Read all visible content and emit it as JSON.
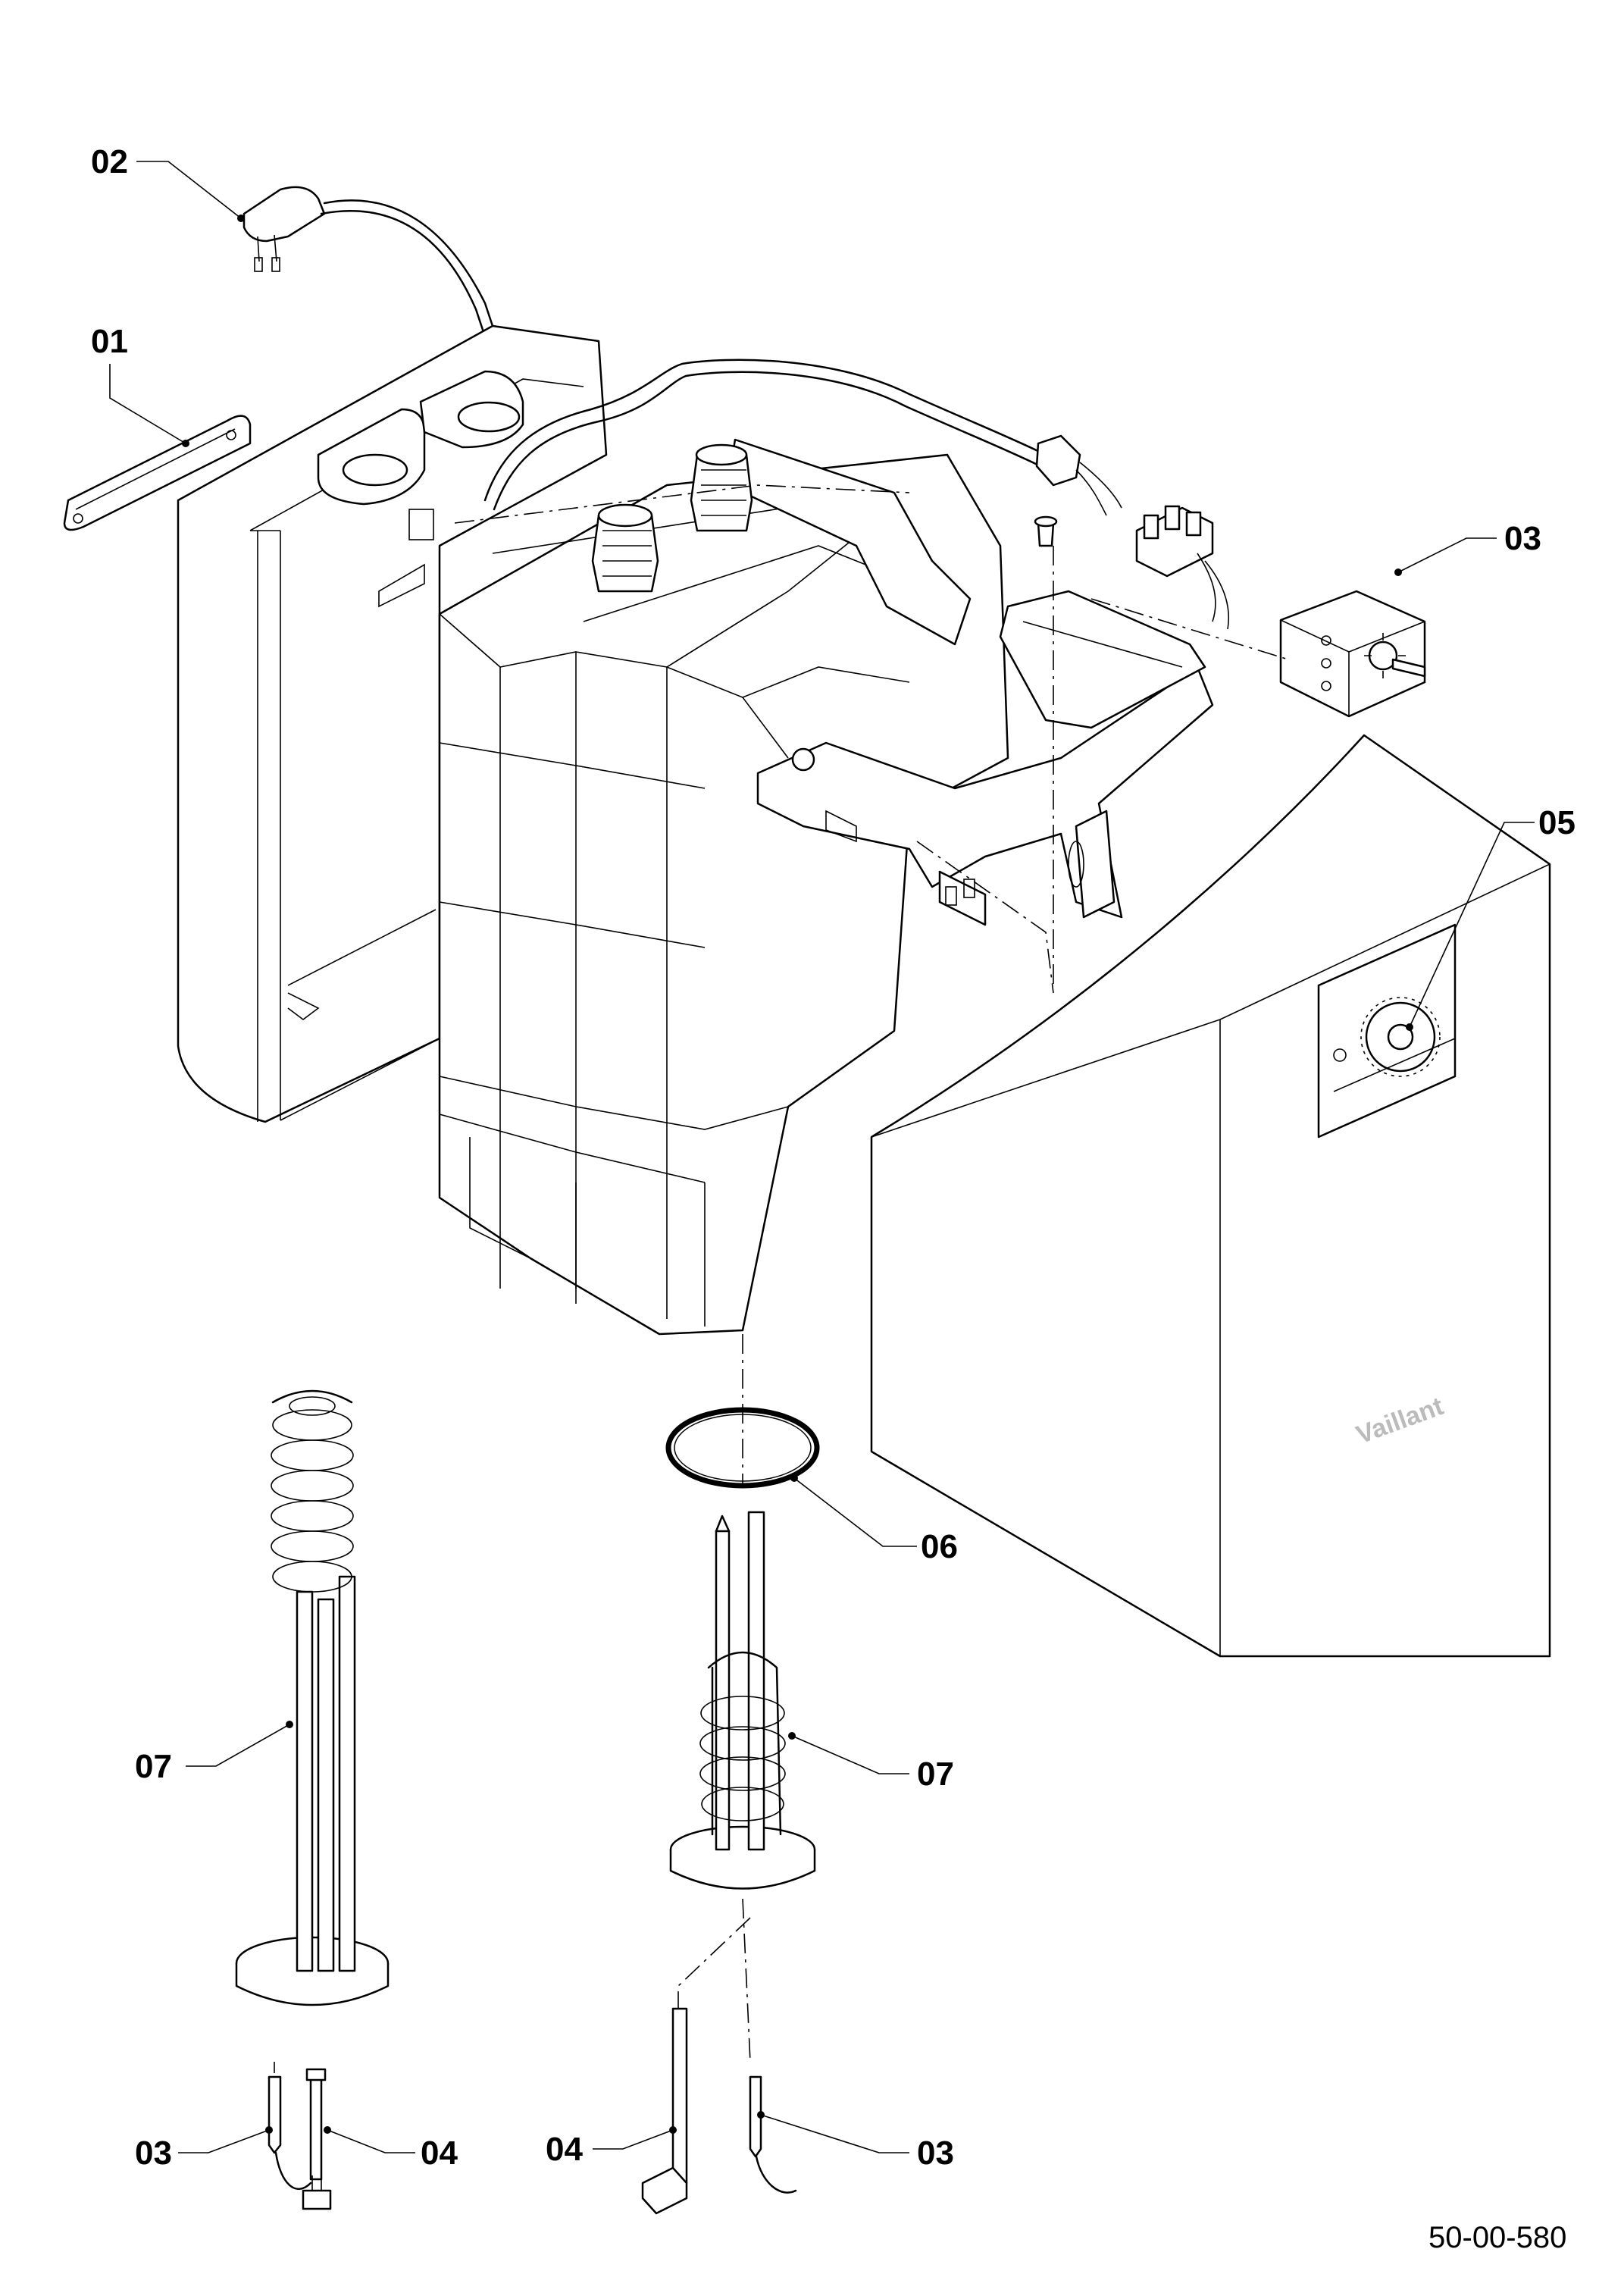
{
  "callouts": {
    "c01": "01",
    "c02": "02",
    "c03_thermostat": "03",
    "c05": "05",
    "c06": "06",
    "c07_left": "07",
    "c07_right": "07",
    "c03_left": "03",
    "c04_left": "04",
    "c04_right": "04",
    "c03_right": "03"
  },
  "brand_label": "Vaillant",
  "document_number": "50-00-580"
}
